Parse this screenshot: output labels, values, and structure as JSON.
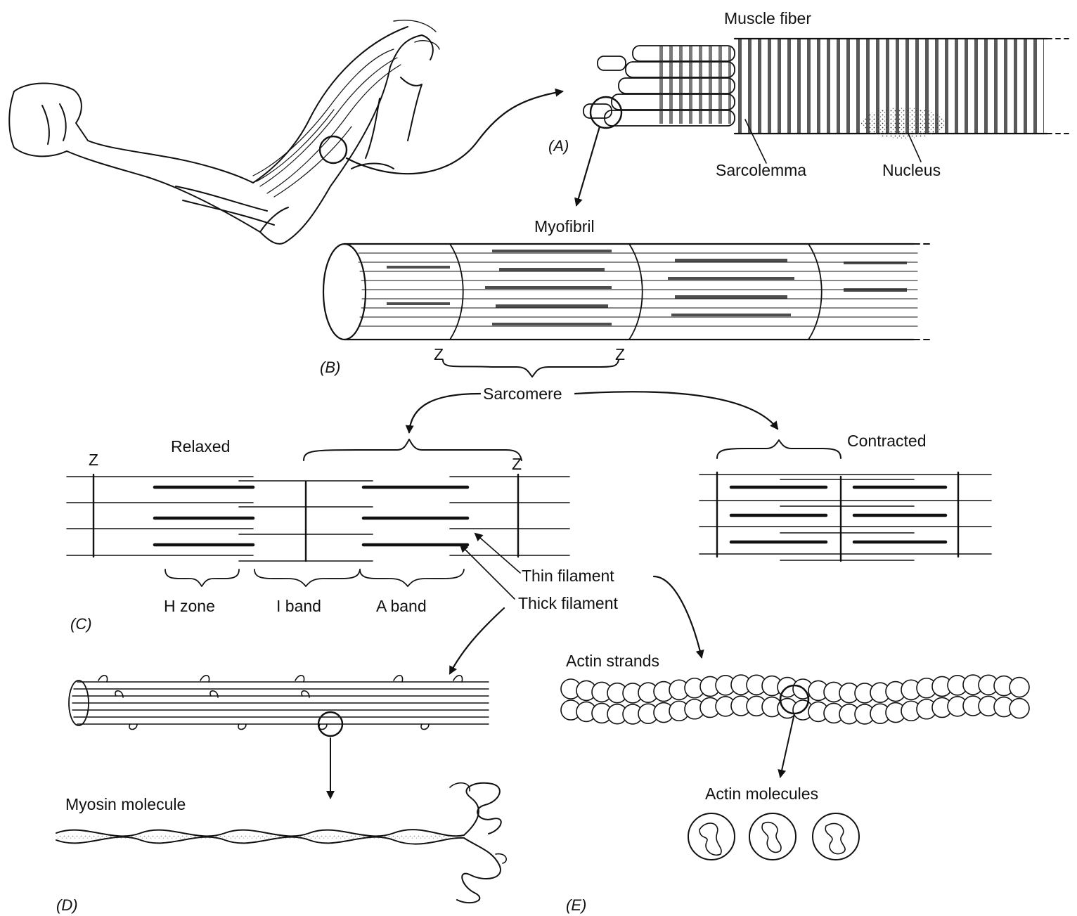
{
  "figure": {
    "labels": {
      "muscle_fiber": "Muscle fiber",
      "sarcolemma": "Sarcolemma",
      "nucleus": "Nucleus",
      "myofibril": "Myofibril",
      "z_left": "Z",
      "z_right": "Z",
      "sarcomere": "Sarcomere",
      "relaxed": "Relaxed",
      "contracted": "Contracted",
      "z_relaxed_left": "Z",
      "z_relaxed_right": "Z",
      "h_zone": "H zone",
      "i_band": "I band",
      "a_band": "A band",
      "thin_filament": "Thin filament",
      "thick_filament": "Thick filament",
      "actin_strands": "Actin strands",
      "actin_molecules": "Actin molecules",
      "myosin_molecule": "Myosin molecule"
    },
    "panels": {
      "a": "(A)",
      "b": "(B)",
      "c": "(C)",
      "d": "(D)",
      "e": "(E)"
    }
  }
}
